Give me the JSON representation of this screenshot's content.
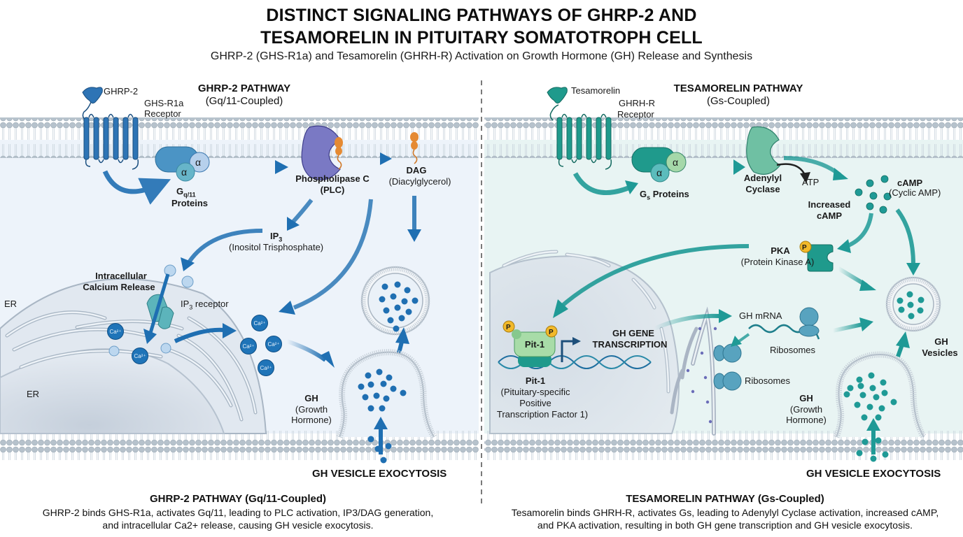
{
  "header": {
    "title_line1": "DISTINCT SIGNALING PATHWAYS OF GHRP-2 AND",
    "title_line2": "TESAMORELIN IN PITUITARY SOMATOTROPH CELL",
    "subtitle": "GHRP-2 (GHS-R1a) and Tesamorelin (GHRH-R) Activation on Growth Hormone (GH) Release and Synthesis"
  },
  "colors": {
    "ghrp2_accent": "#1f6fb2",
    "tesamorelin_accent": "#1f9a96",
    "plc_purple": "#7a79c4",
    "dag_orange": "#e58a33",
    "phospho_yellow": "#f2b92a",
    "pit1_green": "#a8dca8",
    "left_bg": "#edf3fa",
    "right_bg": "#e9f4f4"
  },
  "left": {
    "heading": "GHRP-2 PATHWAY",
    "heading_sub": "(Gq/11-Coupled)",
    "ligand": "GHRP-2",
    "receptor_line1": "GHS-R1a",
    "receptor_line2": "Receptor",
    "gprotein_alpha": "α",
    "gprotein_symbol": "G",
    "gprotein_subscript": "q/11",
    "gprotein_label": "Proteins",
    "plc_line1": "Phospholipase C",
    "plc_line2": "(PLC)",
    "dag": "DAG",
    "dag_full": "(Diacylglycerol)",
    "ip3": "IP",
    "ip3_subscript": "3",
    "ip3_full": "(Inositol Trisphosphate)",
    "calcium_line1": "Intracellular",
    "calcium_line2": "Calcium Release",
    "ip3_receptor_prefix": "IP",
    "ip3_receptor_sub": "3",
    "ip3_receptor_suffix": " receptor",
    "er_top": "ER",
    "er_bottom": "ER",
    "ca_ion": "Ca²⁺",
    "gh": "GH",
    "gh_full_line1": "(Growth",
    "gh_full_line2": "Hormone)",
    "exocytosis": "GH VESICLE EXOCYTOSIS",
    "summary_heading": "GHRP-2 PATHWAY (Gq/11-Coupled)",
    "summary_line1": "GHRP-2 binds GHS-R1a, activates Gq/11, leading to PLC activation, IP3/DAG generation,",
    "summary_line2": "and intracellular Ca2+ release, causing GH vesicle exocytosis."
  },
  "right": {
    "heading": "TESAMORELIN PATHWAY",
    "heading_sub": "(Gs-Coupled)",
    "ligand": "Tesamorelin",
    "receptor_line1": "GHRH-R",
    "receptor_line2": "Receptor",
    "gprotein_alpha": "α",
    "gprotein_symbol": "G",
    "gprotein_subscript": "s",
    "gprotein_label": "Proteins",
    "ac_line1": "Adenylyl",
    "ac_line2": "Cyclase",
    "atp": "ATP",
    "camp": "cAMP",
    "camp_full": "(Cyclic AMP)",
    "increased_line1": "Increased",
    "increased_line2": "cAMP",
    "pka": "PKA",
    "pka_full": "(Protein Kinase A)",
    "phospho": "P",
    "pit1_box": "Pit-1",
    "pit1": "Pit-1",
    "pit1_full_line1": "(Pituitary-specific",
    "pit1_full_line2": "Positive",
    "pit1_full_line3": "Transcription Factor 1)",
    "transcription_line1": "GH GENE",
    "transcription_line2": "TRANSCRIPTION",
    "mrna": "GH mRNA",
    "ribosomes_top": "Ribosomes",
    "ribosomes_bottom": "Ribosomes",
    "vesicles_line1": "GH",
    "vesicles_line2": "Vesicles",
    "gh": "GH",
    "gh_full_line1": "(Growth",
    "gh_full_line2": "Hormone)",
    "exocytosis": "GH VESICLE EXOCYTOSIS",
    "summary_heading": "TESAMORELIN PATHWAY (Gs-Coupled)",
    "summary_line1": "Tesamorelin binds GHRH-R, activates Gs, leading to Adenylyl Cyclase activation, increased cAMP,",
    "summary_line2": "and PKA activation, resulting in both GH gene transcription and GH vesicle exocytosis."
  }
}
